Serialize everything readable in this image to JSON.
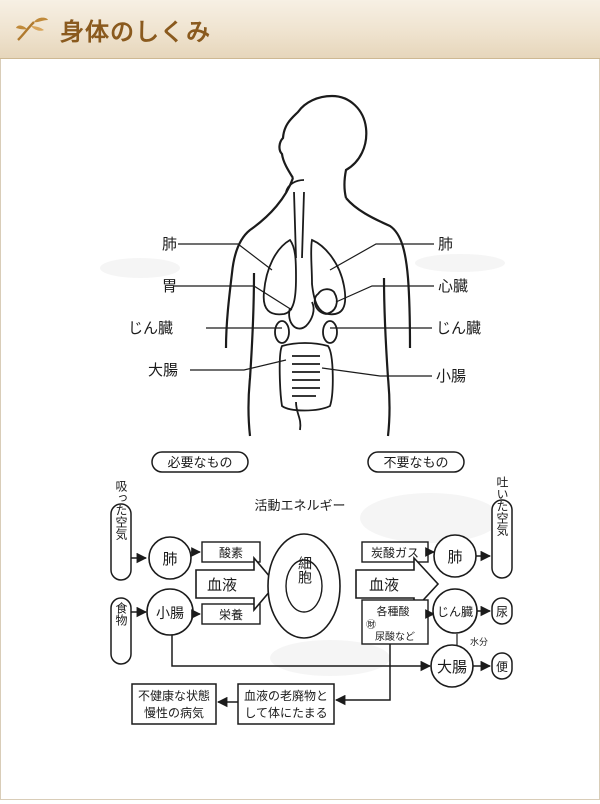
{
  "header": {
    "title": "身体のしくみ",
    "leaf_icon": "leaf-sprout-icon",
    "accent": "#8a5a1e"
  },
  "anatomy": {
    "left_labels": [
      "肺",
      "胃",
      "じん臓",
      "大腸"
    ],
    "right_labels": [
      "肺",
      "心臓",
      "じん臓",
      "小腸"
    ]
  },
  "flow": {
    "needed_label": "必要なもの",
    "unneeded_label": "不要なもの",
    "energy_label": "活動エネルギー",
    "inhaled_air": "吸った空気",
    "food": "食物",
    "lung_in": "肺",
    "small_intestine": "小腸",
    "oxygen": "酸素",
    "nutrients": "栄養",
    "blood_in": "血液",
    "cell": "細胞",
    "co2": "炭酸ガス",
    "blood_out": "血液",
    "acids_line1": "各種酸",
    "acids_example_mark": "㊖",
    "acids_line2": "尿酸など",
    "lung_out": "肺",
    "kidney": "じん臓",
    "large_intestine": "大腸",
    "water": "水分",
    "exhaled_air": "吐いた空気",
    "urine": "尿",
    "stool": "便",
    "waste_line1": "血液の老廃物と",
    "waste_line2": "して体にたまる",
    "disease_line1": "不健康な状態",
    "disease_line2": "慢性の病気"
  }
}
